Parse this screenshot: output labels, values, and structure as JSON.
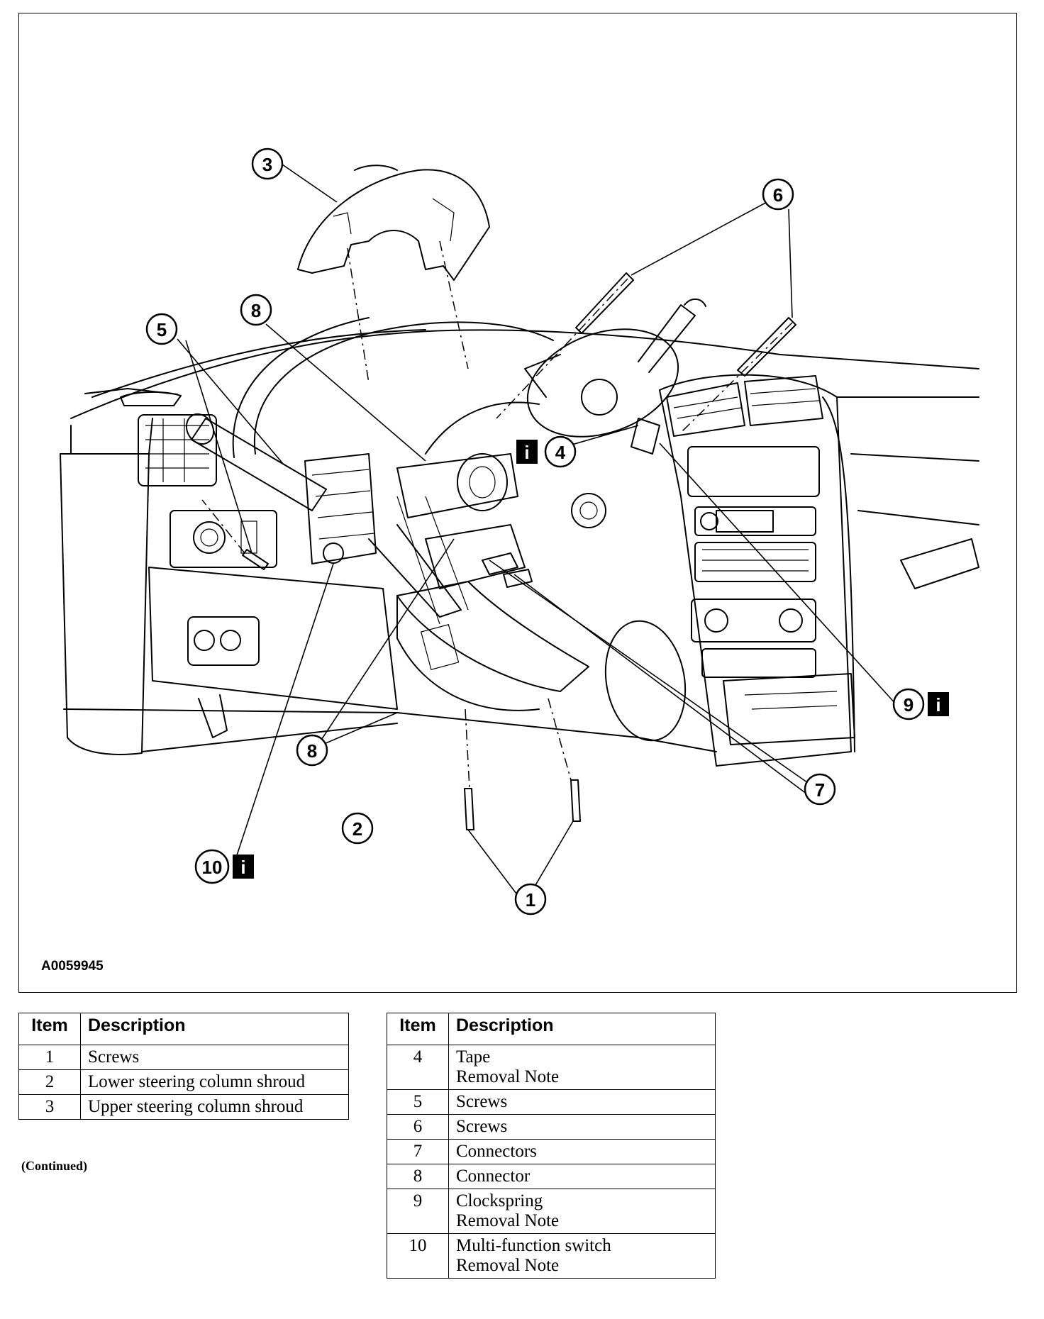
{
  "figure": {
    "id": "A0059945",
    "callouts": [
      {
        "label": "1",
        "info": false
      },
      {
        "label": "2",
        "info": false
      },
      {
        "label": "3",
        "info": false
      },
      {
        "label": "4",
        "info": true
      },
      {
        "label": "5",
        "info": false
      },
      {
        "label": "6",
        "info": false
      },
      {
        "label": "7",
        "info": false
      },
      {
        "label": "8",
        "info": false
      },
      {
        "label": "8",
        "info": false
      },
      {
        "label": "9",
        "info": true
      },
      {
        "label": "10",
        "info": true
      }
    ],
    "info_icon_glyph": "i"
  },
  "tables": {
    "headers": {
      "item": "Item",
      "description": "Description"
    },
    "left": [
      {
        "item": "1",
        "description": "Screws"
      },
      {
        "item": "2",
        "description": "Lower steering column shroud"
      },
      {
        "item": "3",
        "description": "Upper steering column shroud"
      }
    ],
    "continued": "(Continued)",
    "right": [
      {
        "item": "4",
        "description": "Tape",
        "note": "Removal Note"
      },
      {
        "item": "5",
        "description": "Screws"
      },
      {
        "item": "6",
        "description": "Screws"
      },
      {
        "item": "7",
        "description": "Connectors"
      },
      {
        "item": "8",
        "description": "Connector"
      },
      {
        "item": "9",
        "description": "Clockspring",
        "note": "Removal Note"
      },
      {
        "item": "10",
        "description": "Multi-function switch",
        "note": "Removal Note"
      }
    ]
  }
}
